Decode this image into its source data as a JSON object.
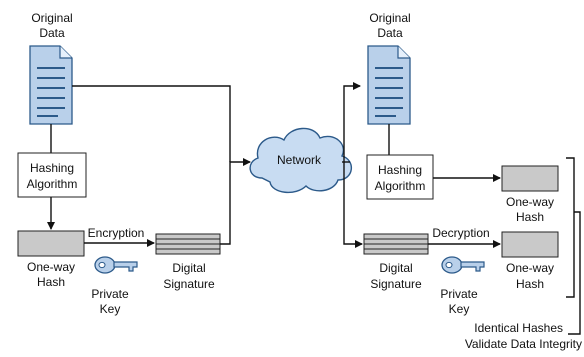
{
  "left": {
    "original_data": [
      "Original",
      "Data"
    ],
    "hashing_algorithm": [
      "Hashing",
      "Algorithm"
    ],
    "one_way_hash": [
      "One-way",
      "Hash"
    ],
    "encryption": "Encryption",
    "private_key": [
      "Private",
      "Key"
    ],
    "digital_signature": [
      "Digital",
      "Signature"
    ]
  },
  "network": "Network",
  "right": {
    "original_data": [
      "Original",
      "Data"
    ],
    "hashing_algorithm": [
      "Hashing",
      "Algorithm"
    ],
    "one_way_hash_top": [
      "One-way",
      "Hash"
    ],
    "decryption": "Decryption",
    "digital_signature": [
      "Digital",
      "Signature"
    ],
    "private_key": [
      "Private",
      "Key"
    ],
    "one_way_hash_bottom": [
      "One-way",
      "Hash"
    ],
    "identical_hashes": [
      "Identical Hashes",
      "Validate Data Integrity"
    ]
  },
  "colors": {
    "document_fill": "#b9d0ea",
    "document_stroke": "#2c5a8a",
    "key_fill": "#b9d0ea",
    "cloud_fill": "#c8dcf2",
    "hash_fill": "#c9c9c9"
  },
  "icons": [
    "document-icon",
    "key-icon",
    "cloud-icon"
  ]
}
